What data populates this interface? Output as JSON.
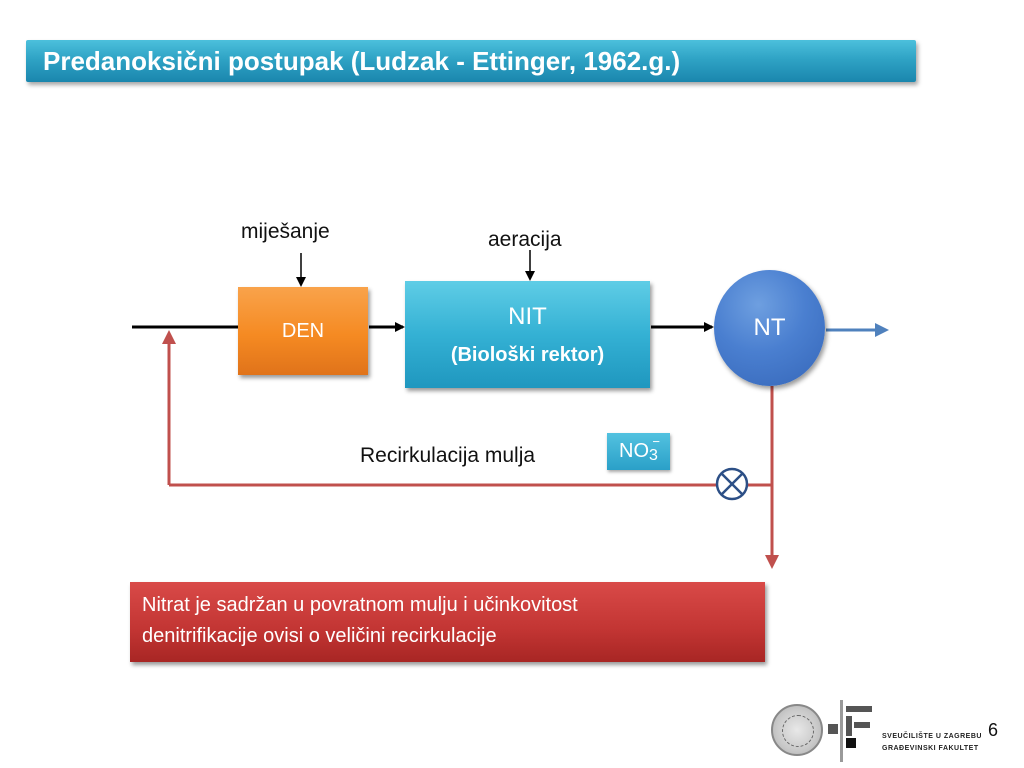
{
  "slide": {
    "title": "Predanoksični postupak (Ludzak - Ettinger, 1962.g.)",
    "page_number": "6"
  },
  "diagram": {
    "mixing_label": "miješanje",
    "aeration_label": "aeracija",
    "den_label": "DEN",
    "nit_label": "NIT",
    "nit_sublabel": "(Biološki rektor)",
    "nt_label": "NT",
    "recirculation_label": "Recirkulacija mulja",
    "no3_main": "NO",
    "no3_sub": "3",
    "no3_sup": "−",
    "colors": {
      "flow_line": "#000000",
      "recirculation_line": "#c0504d",
      "outflow_arrow": "#4f81bd",
      "den_fill": "#f58a22",
      "nit_fill": "#31b0d3",
      "nt_fill": "#4a7fd0"
    },
    "icons": [
      "valve-icon"
    ]
  },
  "note": {
    "line1": "Nitrat je sadržan u povratnom mulju i učinkovitost",
    "line2": "denitrifikacije ovisi o veličini recirkulacije"
  },
  "footer": {
    "university": "SVEUČILIŠTE U ZAGREBU",
    "faculty": "GRAĐEVINSKI FAKULTET"
  }
}
